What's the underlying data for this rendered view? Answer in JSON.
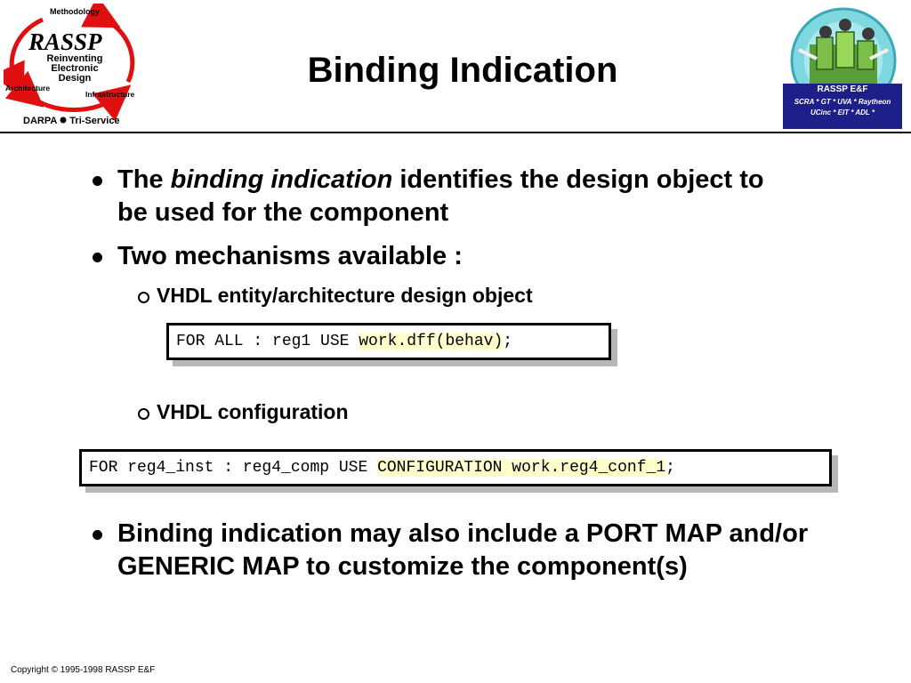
{
  "header": {
    "logo_left": {
      "methodology": "Methodology",
      "rassp": "RASSP",
      "reinventing_lines": [
        "Reinventing",
        "Electronic",
        "Design"
      ],
      "architecture": "Architecture",
      "infrastructure": "Infrastructure",
      "darpa": "DARPA",
      "tri_service": "Tri-Service",
      "arrow_color": "#e01010"
    },
    "title": "Binding Indication",
    "logo_right": {
      "name": "RASSP E&F",
      "line2": "SCRA * GT * UVA * Raytheon",
      "line3": "UCinc * EIT * ADL *",
      "band_color": "#1f1f8a"
    }
  },
  "content": {
    "bullet1": {
      "pre": "The ",
      "italic": "binding indication",
      "post": " identifies the design object to be used for the component"
    },
    "bullet2": "Two mechanisms available :",
    "sub1": "VHDL entity/architecture design object",
    "code1": {
      "prefix": "FOR ALL : reg1 USE ",
      "highlight": "work.dff(behav)",
      "suffix": ";"
    },
    "sub2": "VHDL configuration",
    "code2": {
      "prefix": "FOR reg4_inst : reg4_comp USE ",
      "highlight": "CONFIGURATION work.reg4_conf_1",
      "suffix": ";"
    },
    "bullet3": "Binding indication may also include a PORT MAP and/or GENERIC MAP to customize the component(s)",
    "highlight_color": "#ffffcc"
  },
  "footer": {
    "copyright": "Copyright © 1995-1998 RASSP E&F"
  }
}
